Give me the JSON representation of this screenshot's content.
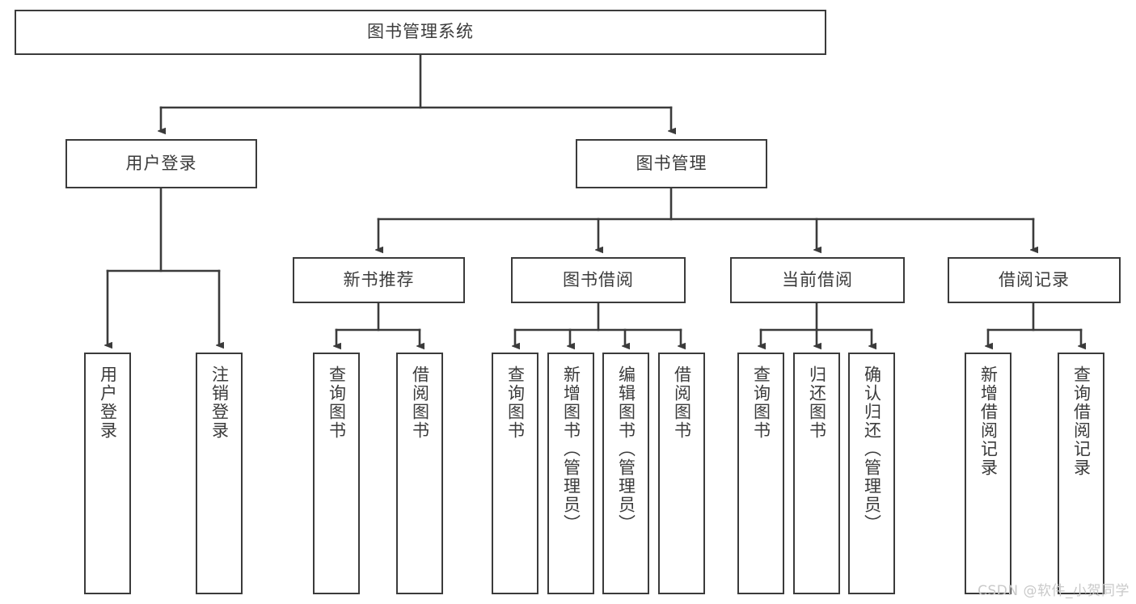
{
  "diagram": {
    "type": "tree-hierarchy-chart",
    "title": "图书管理系统",
    "background_color": "#ffffff",
    "line_color": "#3b3b3b",
    "text_color": "#3b3b3b",
    "levels": 4,
    "nodes": {
      "root": {
        "label": "图书管理系统",
        "orientation": "horizontal"
      },
      "l2": [
        {
          "label": "用户登录",
          "orientation": "horizontal"
        },
        {
          "label": "图书管理",
          "orientation": "horizontal"
        }
      ],
      "l3": [
        {
          "label": "新书推荐",
          "orientation": "horizontal"
        },
        {
          "label": "图书借阅",
          "orientation": "horizontal"
        },
        {
          "label": "当前借阅",
          "orientation": "horizontal"
        },
        {
          "label": "借阅记录",
          "orientation": "horizontal"
        }
      ],
      "leaves": [
        {
          "label": "用户登录",
          "orientation": "vertical",
          "parent": "用户登录"
        },
        {
          "label": "注销登录",
          "orientation": "vertical",
          "parent": "用户登录"
        },
        {
          "label": "查询图书",
          "orientation": "vertical",
          "parent": "新书推荐"
        },
        {
          "label": "借阅图书",
          "orientation": "vertical",
          "parent": "新书推荐"
        },
        {
          "label": "查询图书",
          "orientation": "vertical",
          "parent": "图书借阅"
        },
        {
          "label": "新增图书（管理员）",
          "orientation": "vertical",
          "parent": "图书借阅"
        },
        {
          "label": "编辑图书（管理员）",
          "orientation": "vertical",
          "parent": "图书借阅"
        },
        {
          "label": "借阅图书",
          "orientation": "vertical",
          "parent": "图书借阅"
        },
        {
          "label": "查询图书",
          "orientation": "vertical",
          "parent": "当前借阅"
        },
        {
          "label": "归还图书",
          "orientation": "vertical",
          "parent": "当前借阅"
        },
        {
          "label": "确认归还（管理员）",
          "orientation": "vertical",
          "parent": "当前借阅"
        },
        {
          "label": "新增借阅记录",
          "orientation": "vertical",
          "parent": "借阅记录"
        },
        {
          "label": "查询借阅记录",
          "orientation": "vertical",
          "parent": "借阅记录"
        }
      ]
    }
  },
  "watermark": {
    "text": "CSDN @软件_小贺同学",
    "color": "#c9c9c9"
  }
}
